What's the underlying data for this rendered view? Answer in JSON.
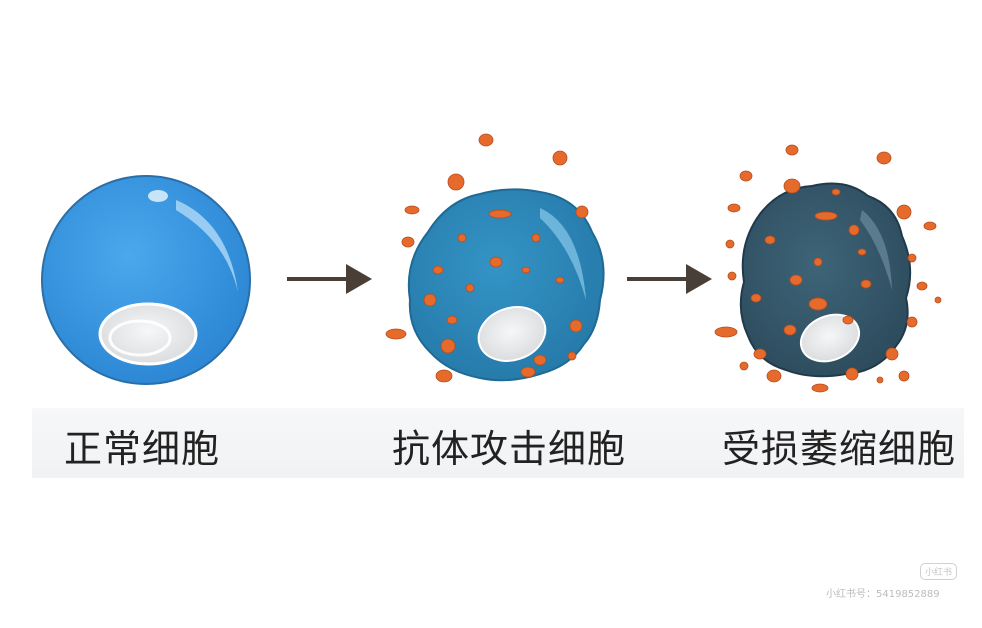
{
  "stages": [
    {
      "label": "正常细胞"
    },
    {
      "label": "抗体攻击细胞"
    },
    {
      "label": "受损萎缩细胞"
    }
  ],
  "watermark": {
    "logo_text": "小红书",
    "id_text": "小红书号：5419852889"
  },
  "colors": {
    "normal_cell": "#3a97df",
    "attacked_cell": "#2f86b8",
    "damaged_cell": "#355769",
    "antibody": "#e66a2c",
    "arrow": "#4a3f36",
    "nucleus": "#e9eaeb"
  }
}
